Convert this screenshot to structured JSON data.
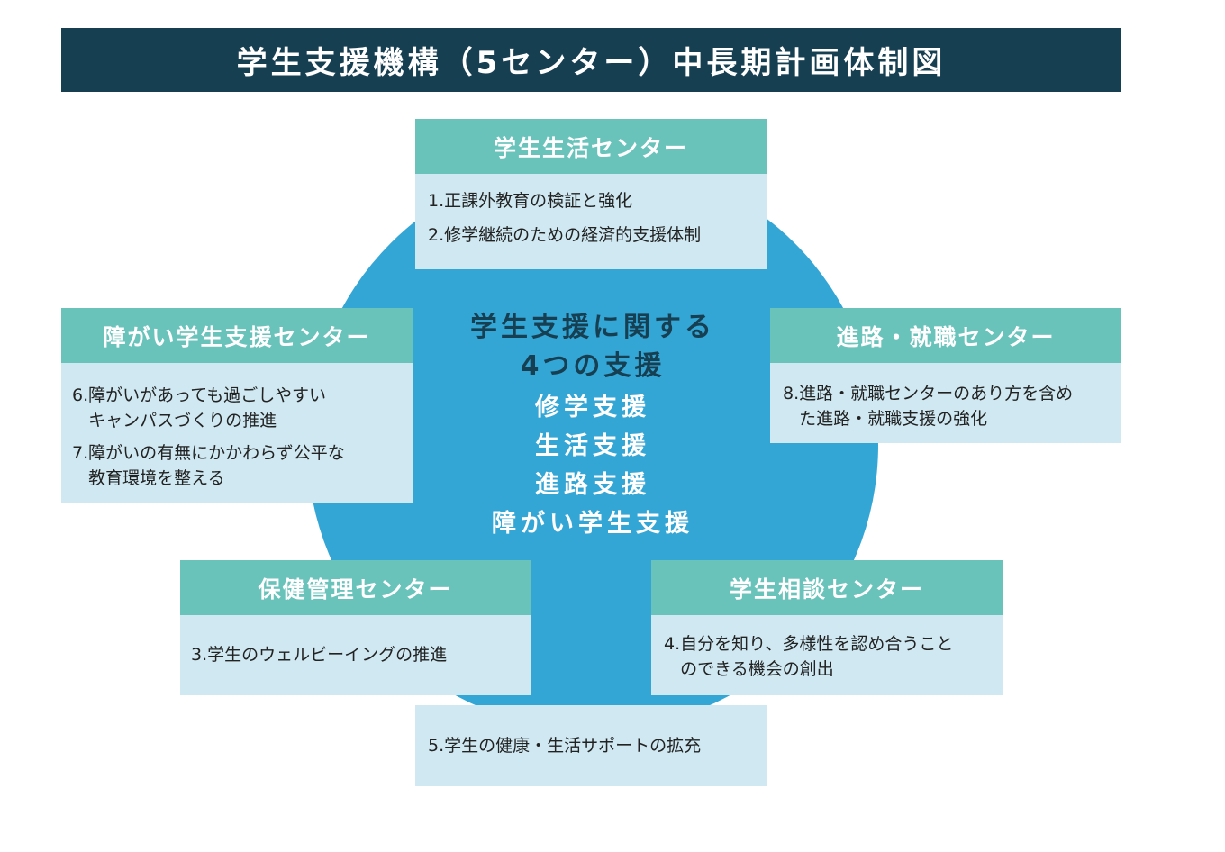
{
  "title": "学生支援機構（5センター）中長期計画体制図",
  "center": {
    "heading_lines": [
      "学生支援に関する",
      "4つの支援"
    ],
    "supports": [
      "修学支援",
      "生活支援",
      "進路支援",
      "障がい学生支援"
    ]
  },
  "boxes": {
    "student_life": {
      "name": "学生生活センター",
      "items": [
        {
          "num": "1.",
          "lines": [
            "正課外教育の検証と強化"
          ]
        },
        {
          "num": "2.",
          "lines": [
            "修学継続のための経済的支援体制"
          ]
        }
      ]
    },
    "disability": {
      "name": "障がい学生支援センター",
      "items": [
        {
          "num": "6. ",
          "lines": [
            "障がいがあっても過ごしやすい",
            "キャンパスづくりの推進"
          ]
        },
        {
          "num": "7. ",
          "lines": [
            "障がいの有無にかかわらず公平な",
            "教育環境を整える"
          ]
        }
      ]
    },
    "career": {
      "name": "進路・就職センター",
      "items": [
        {
          "num": "8. ",
          "lines": [
            "進路・就職センターのあり方を含め",
            "た進路・就職支援の強化"
          ]
        }
      ]
    },
    "health": {
      "name": "保健管理センター",
      "items": [
        {
          "num": "3.",
          "lines": [
            "学生のウェルビーイングの推進"
          ]
        }
      ]
    },
    "counseling": {
      "name": "学生相談センター",
      "items": [
        {
          "num": "4. ",
          "lines": [
            "自分を知り、多様性を認め合うこと",
            "のできる機会の創出"
          ]
        }
      ]
    },
    "health_support": {
      "items": [
        {
          "num": "5.",
          "lines": [
            "学生の健康・生活サポートの拡充"
          ]
        }
      ]
    }
  },
  "colors": {
    "title_bg": "#173f52",
    "circle": "#33a6d6",
    "box_header": "#69c3bb",
    "box_body": "#cfe8f1"
  }
}
